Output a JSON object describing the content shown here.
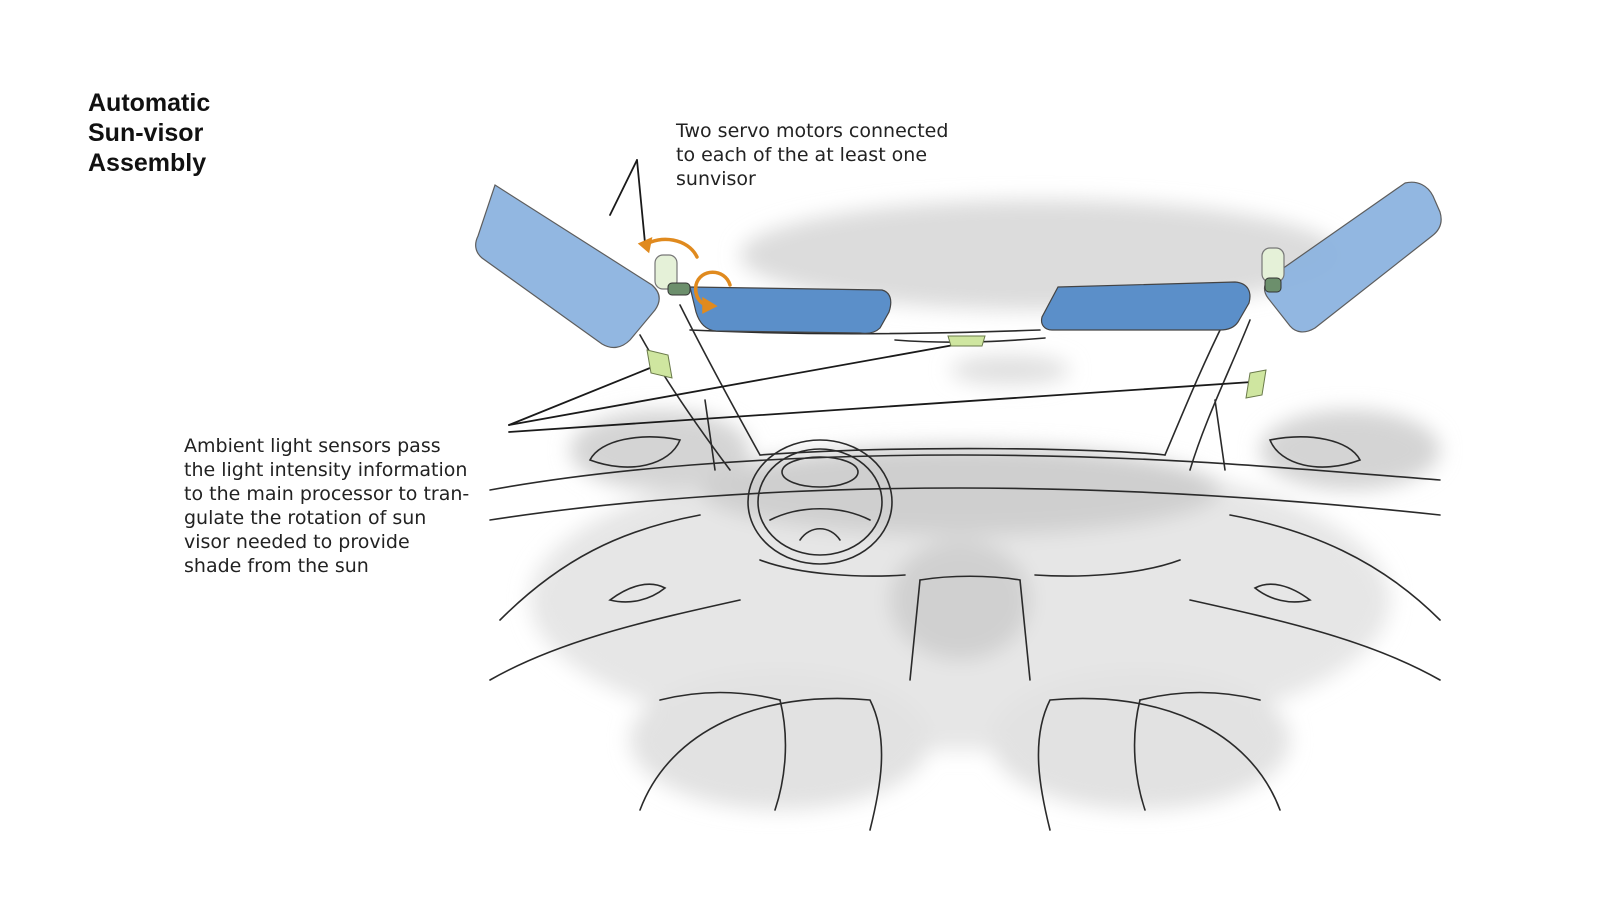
{
  "title": {
    "lines": [
      "Automatic",
      "Sun-visor",
      "Assembly"
    ]
  },
  "callouts": {
    "motors": {
      "lines": [
        "Two servo motors connected",
        "to each of the at least one",
        "sunvisor"
      ]
    },
    "sensors": {
      "lines": [
        "Ambient light sensors pass",
        "the light intensity information",
        "to the main processor to tran-",
        "gulate the rotation of sun",
        "visor needed to provide",
        "shade from the sun"
      ]
    }
  },
  "colors": {
    "visor_deployed": "#5b8fc9",
    "visor_side": "#8db4e0",
    "sensor": "#cfe6a0",
    "rotation_arrow": "#e08a1e",
    "sketch_line": "#222222",
    "shading": "#d9d9d9"
  }
}
